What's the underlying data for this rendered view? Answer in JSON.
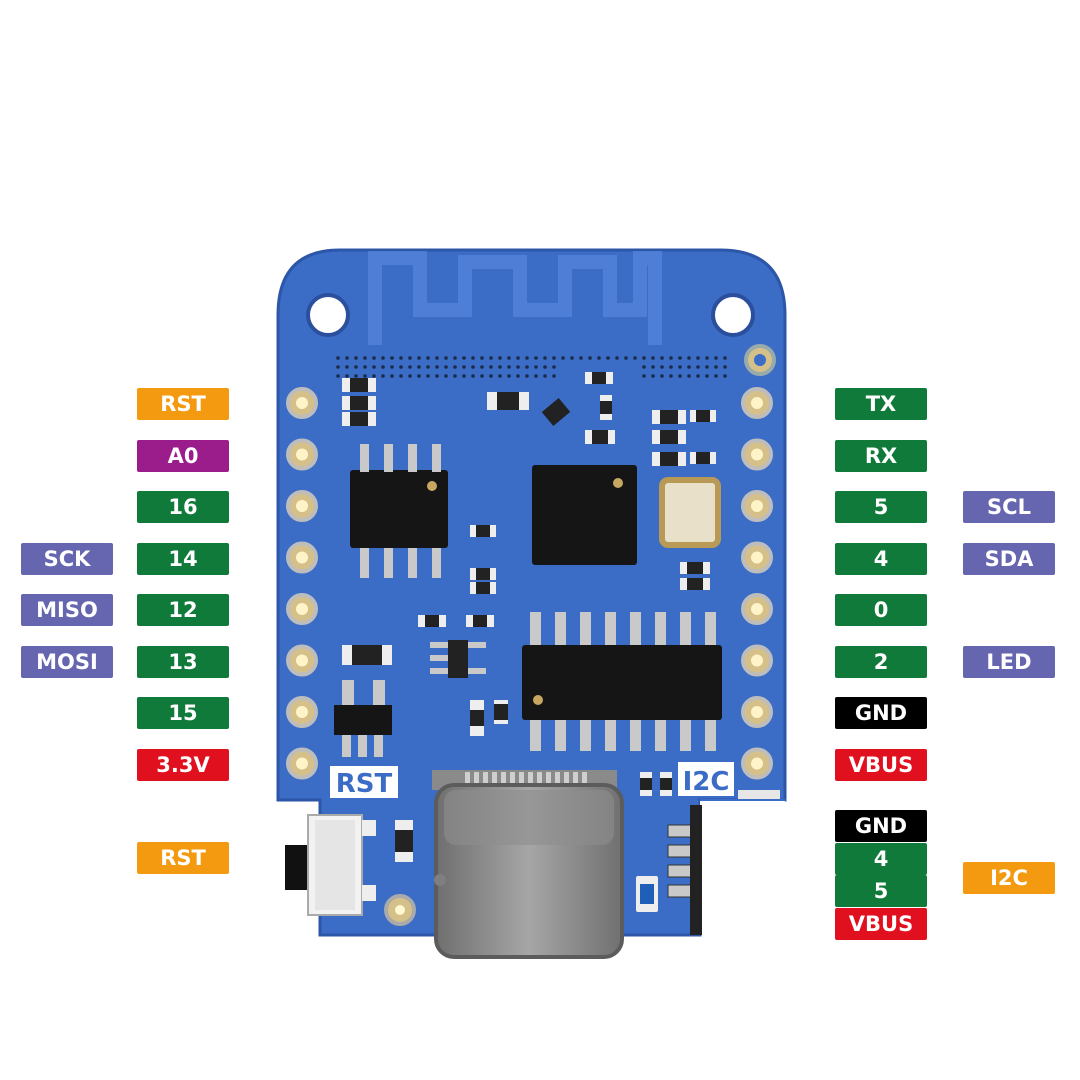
{
  "colors": {
    "orange": "#f39a10",
    "purple": "#9b1d8b",
    "green": "#107a3a",
    "lavender": "#6666b0",
    "black": "#000000",
    "red": "#e0101e",
    "pcb": "#3b6cc6"
  },
  "board": {
    "silk_rst": "RST",
    "silk_i2c": "I2C"
  },
  "left_pins": [
    {
      "label": "RST",
      "color": "orange"
    },
    {
      "label": "A0",
      "color": "purple"
    },
    {
      "label": "16",
      "color": "green"
    },
    {
      "label": "14",
      "color": "green",
      "alt": "SCK"
    },
    {
      "label": "12",
      "color": "green",
      "alt": "MISO"
    },
    {
      "label": "13",
      "color": "green",
      "alt": "MOSI"
    },
    {
      "label": "15",
      "color": "green"
    },
    {
      "label": "3.3V",
      "color": "red"
    }
  ],
  "right_pins": [
    {
      "label": "TX",
      "color": "green"
    },
    {
      "label": "RX",
      "color": "green"
    },
    {
      "label": "5",
      "color": "green",
      "alt": "SCL"
    },
    {
      "label": "4",
      "color": "green",
      "alt": "SDA"
    },
    {
      "label": "0",
      "color": "green"
    },
    {
      "label": "2",
      "color": "green",
      "alt": "LED"
    },
    {
      "label": "GND",
      "color": "black"
    },
    {
      "label": "VBUS",
      "color": "red"
    }
  ],
  "reset_button": {
    "label": "RST",
    "color": "orange"
  },
  "i2c_connector": {
    "pins": [
      {
        "label": "GND",
        "color": "black"
      },
      {
        "label": "4",
        "color": "green"
      },
      {
        "label": "5",
        "color": "green"
      },
      {
        "label": "VBUS",
        "color": "red"
      }
    ],
    "group_label": "I2C",
    "group_color": "orange"
  }
}
